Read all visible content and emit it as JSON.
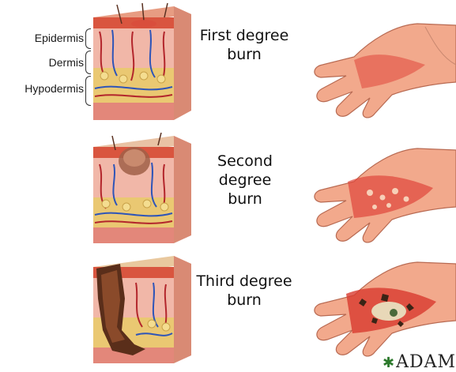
{
  "layer_labels": {
    "epidermis": "Epidermis",
    "dermis": "Dermis",
    "hypodermis": "Hypodermis"
  },
  "burns": [
    {
      "line1": "First degree",
      "line2": "burn"
    },
    {
      "line1": "Second degree",
      "line2": "burn"
    },
    {
      "line1": "Third degree",
      "line2": "burn"
    }
  ],
  "logo": {
    "text": "ADAM"
  },
  "colors": {
    "skin_surface": "#e8a48a",
    "epidermis": "#d9553f",
    "dermis": "#f0b3a6",
    "fat": "#e8c66a",
    "vessel_blue": "#2f55b8",
    "vessel_red": "#b3262c",
    "hand": "#f2a98c",
    "burn_red": "#e0463a",
    "char": "#3a2416"
  }
}
